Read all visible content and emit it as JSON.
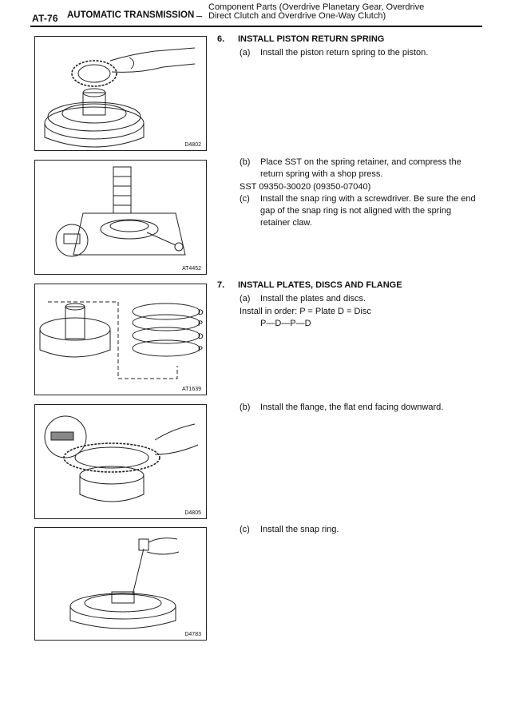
{
  "header": {
    "page_code": "AT-76",
    "section": "AUTOMATIC TRANSMISSION",
    "dash": "–",
    "subtitle_line1": "Component Parts (Overdrive Planetary Gear, Overdrive",
    "subtitle_line2": "Direct Clutch and Overdrive One-Way Clutch)"
  },
  "figures": [
    {
      "code": "D4802"
    },
    {
      "code": "AT4452"
    },
    {
      "code": "AT1639",
      "labels": [
        "D",
        "P",
        "D",
        "P"
      ]
    },
    {
      "code": "D4805"
    },
    {
      "code": "D4783"
    }
  ],
  "steps": {
    "step6": {
      "number": "6.",
      "heading": "INSTALL PISTON RETURN SPRING",
      "a_label": "(a)",
      "a_text": "Install the piston return spring to the piston.",
      "b_label": "(b)",
      "b_text": "Place SST on the spring retainer, and compress the return spring with a shop press.",
      "sst": "SST 09350-30020 (09350-07040)",
      "c_label": "(c)",
      "c_text": "Install the snap ring with a screwdriver. Be sure the end gap of the snap ring is not aligned with the spring retainer claw."
    },
    "step7": {
      "number": "7.",
      "heading": "INSTALL PLATES, DISCS AND FLANGE",
      "a_label": "(a)",
      "a_text": "Install the plates and discs.",
      "order_line": "Install in order:  P = Plate   D = Disc",
      "order_seq": "P—D—P—D",
      "b_label": "(b)",
      "b_text": "Install the flange, the flat end facing downward.",
      "c_label": "(c)",
      "c_text": "Install the snap ring."
    }
  }
}
